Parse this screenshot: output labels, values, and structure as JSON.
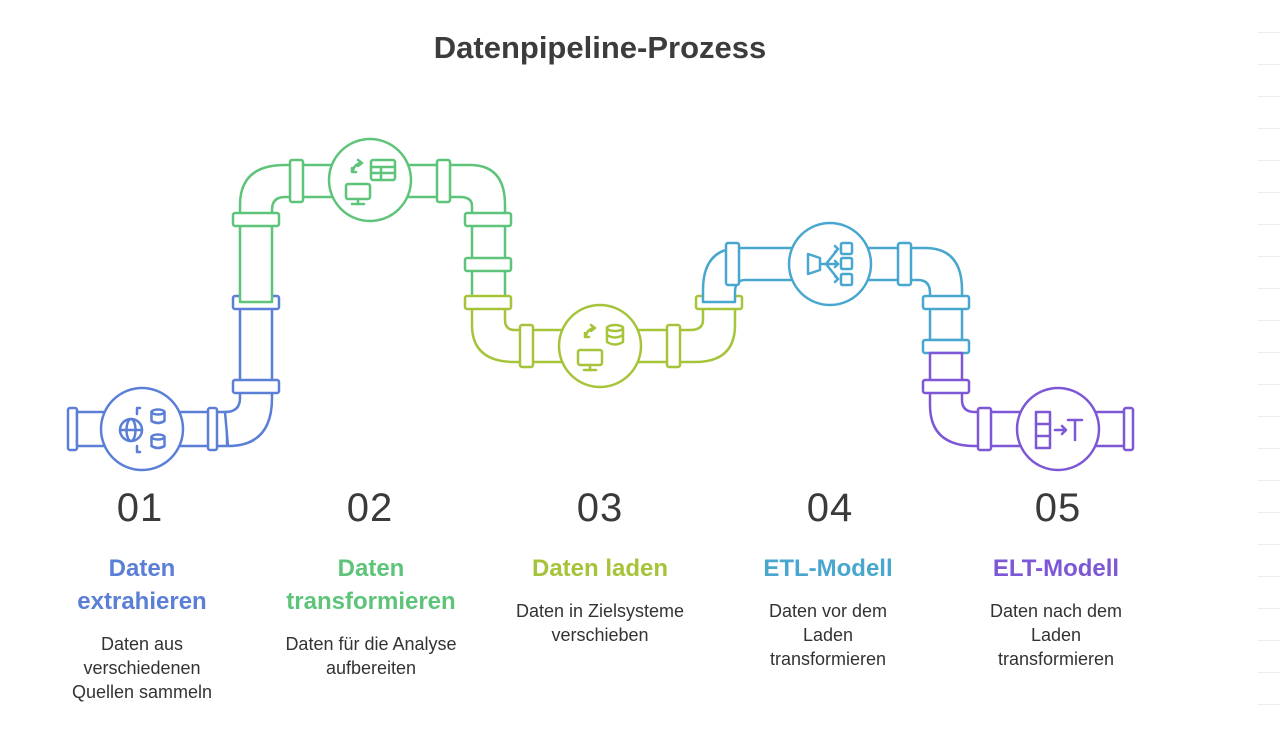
{
  "title": "Datenpipeline-Prozess",
  "colors": {
    "blue": "#5b7fd6",
    "green": "#5ec47a",
    "lime": "#a5c43a",
    "cyan": "#49a7cf",
    "purple": "#7d57d6"
  },
  "steps": [
    {
      "number": "01",
      "title": "Daten extrahieren",
      "description": "Daten aus verschiedenen Quellen sammeln",
      "icon": "globe-database-icon",
      "color": "#5b7fd6"
    },
    {
      "number": "02",
      "title": "Daten transformieren",
      "description": "Daten für die Analyse aufbereiten",
      "icon": "monitor-table-icon",
      "color": "#5ec47a"
    },
    {
      "number": "03",
      "title": "Daten laden",
      "description": "Daten in Zielsysteme verschieben",
      "icon": "monitor-database-icon",
      "color": "#a5c43a"
    },
    {
      "number": "04",
      "title": "ETL-Modell",
      "description": "Daten vor dem Laden transformieren",
      "icon": "flow-distribution-icon",
      "color": "#49a7cf"
    },
    {
      "number": "05",
      "title": "ELT-Modell",
      "description": "Daten nach dem Laden transformieren",
      "icon": "column-to-text-icon",
      "color": "#7d57d6"
    }
  ]
}
